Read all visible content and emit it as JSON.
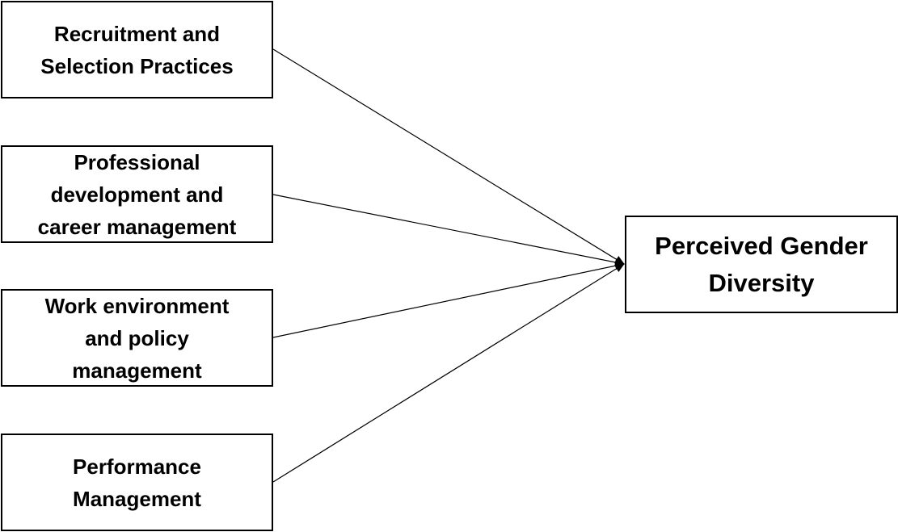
{
  "diagram": {
    "sources": [
      {
        "id": "recruitment",
        "label": "Recruitment and\nSelection Practices"
      },
      {
        "id": "professional",
        "label": "Professional\ndevelopment and\ncareer management"
      },
      {
        "id": "work",
        "label": "Work environment\nand policy\nmanagement"
      },
      {
        "id": "performance",
        "label": "Performance\nManagement"
      }
    ],
    "target": {
      "id": "perceived",
      "label": "Perceived Gender\nDiversity"
    },
    "edges": [
      {
        "from": "recruitment",
        "to": "perceived"
      },
      {
        "from": "professional",
        "to": "perceived"
      },
      {
        "from": "work",
        "to": "perceived"
      },
      {
        "from": "performance",
        "to": "perceived"
      }
    ],
    "colors": {
      "stroke": "#000000",
      "fill": "#ffffff"
    }
  }
}
